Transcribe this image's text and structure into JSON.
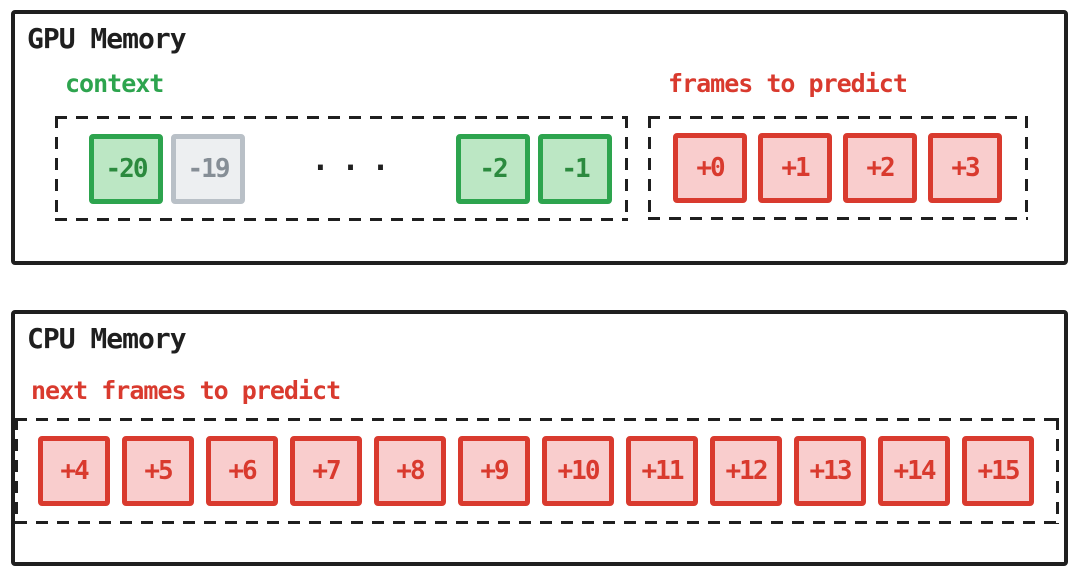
{
  "colors": {
    "ink": "#1f1f1f",
    "green": "#2da44e",
    "green-fill": "#bce7c4",
    "green-text": "#2b8a3e",
    "gray": "#b9c0c7",
    "gray-fill": "#edeff1",
    "gray-text": "#868e96",
    "red": "#d93a2e",
    "red-fill": "#f9cdcd"
  },
  "gpu": {
    "title": "GPU Memory",
    "context": {
      "label": "context",
      "frames": [
        {
          "label": "-20",
          "kind": "green"
        },
        {
          "label": "-19",
          "kind": "gray"
        },
        {
          "label": "...",
          "kind": "dots"
        },
        {
          "label": "-2",
          "kind": "green"
        },
        {
          "label": "-1",
          "kind": "green"
        }
      ]
    },
    "predict": {
      "label": "frames to predict",
      "frames": [
        {
          "label": "+0",
          "kind": "red"
        },
        {
          "label": "+1",
          "kind": "red"
        },
        {
          "label": "+2",
          "kind": "red"
        },
        {
          "label": "+3",
          "kind": "red"
        }
      ]
    }
  },
  "cpu": {
    "title": "CPU Memory",
    "next": {
      "label": "next frames to predict",
      "frames": [
        {
          "label": "+4",
          "kind": "red"
        },
        {
          "label": "+5",
          "kind": "red"
        },
        {
          "label": "+6",
          "kind": "red"
        },
        {
          "label": "+7",
          "kind": "red"
        },
        {
          "label": "+8",
          "kind": "red"
        },
        {
          "label": "+9",
          "kind": "red"
        },
        {
          "label": "+10",
          "kind": "red"
        },
        {
          "label": "+11",
          "kind": "red"
        },
        {
          "label": "+12",
          "kind": "red"
        },
        {
          "label": "+13",
          "kind": "red"
        },
        {
          "label": "+14",
          "kind": "red"
        },
        {
          "label": "+15",
          "kind": "red"
        }
      ]
    }
  }
}
